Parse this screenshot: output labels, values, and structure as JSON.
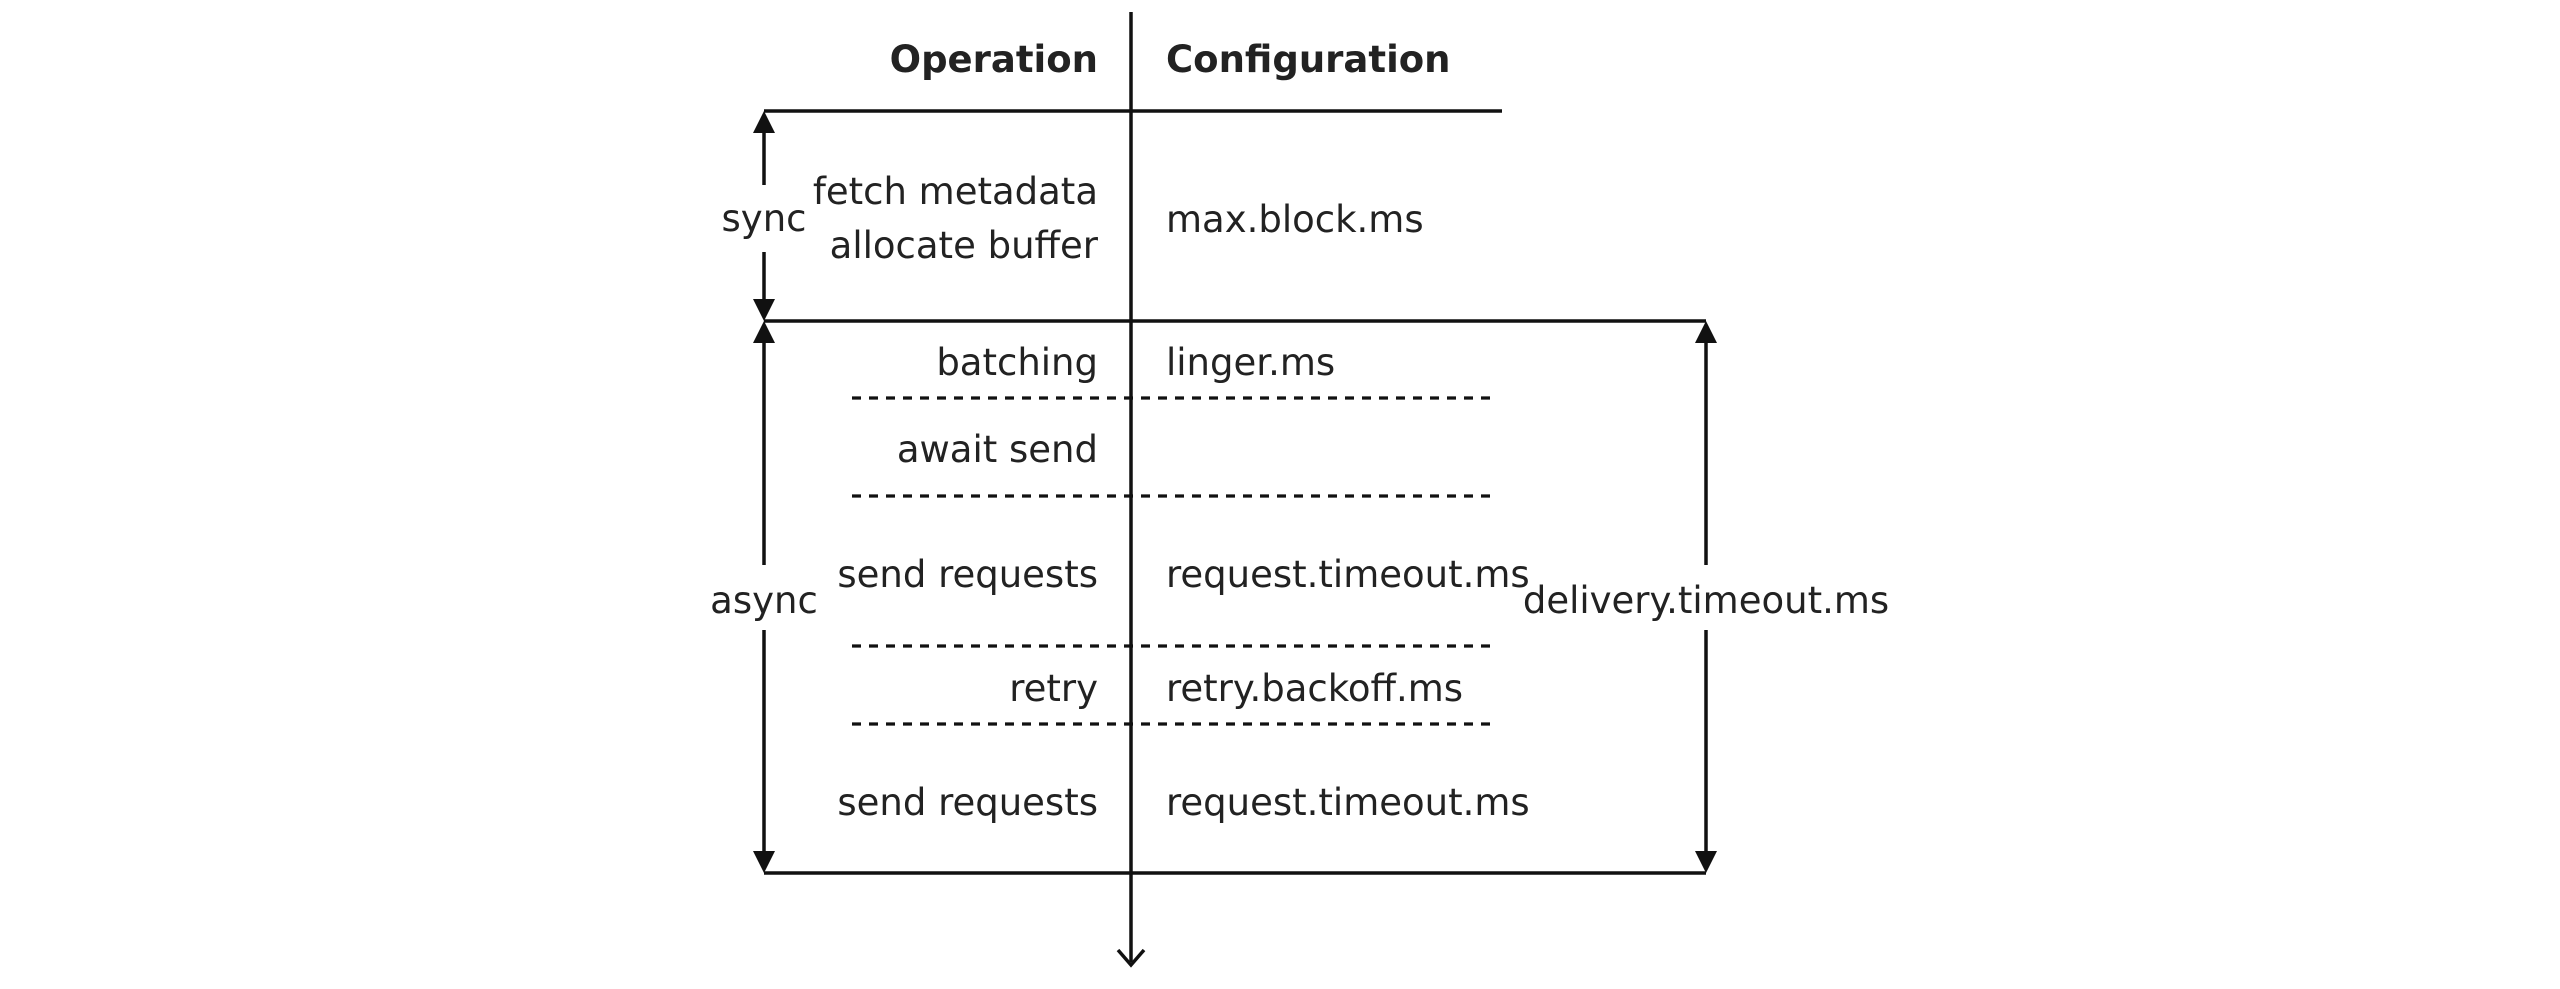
{
  "headers": {
    "operation": "Operation",
    "configuration": "Configuration"
  },
  "phases": {
    "sync": "sync",
    "async": "async"
  },
  "overall_config": "delivery.timeout.ms",
  "sync_rows": {
    "operation_line1": "fetch metadata",
    "operation_line2": "allocate buffer",
    "configuration": "max.block.ms"
  },
  "async_rows": [
    {
      "operation": "batching",
      "configuration": "linger.ms"
    },
    {
      "operation": "await send",
      "configuration": ""
    },
    {
      "operation": "send requests",
      "configuration": "request.timeout.ms"
    },
    {
      "operation": "retry",
      "configuration": "retry.backoff.ms"
    },
    {
      "operation": "send requests",
      "configuration": "request.timeout.ms"
    }
  ]
}
